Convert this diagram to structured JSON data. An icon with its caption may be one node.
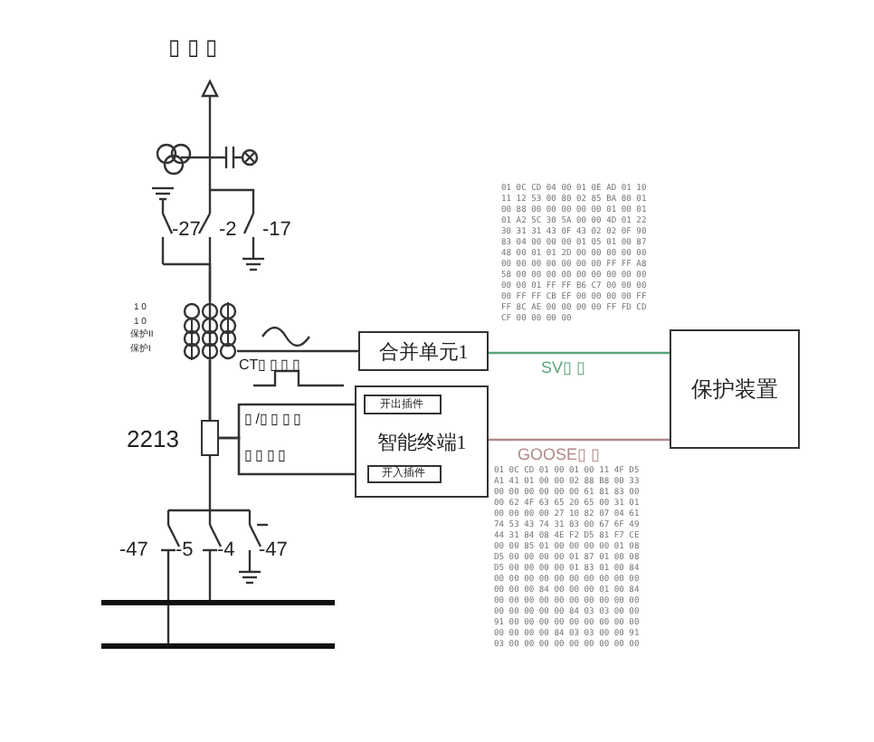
{
  "diagram": {
    "nodes": [
      {
        "text": [
          "合并单元1"
        ]
      },
      {
        "text": [
          "智能终端1"
        ]
      },
      {
        "text": [
          "开出插件"
        ],
        "in": 1
      },
      {
        "text": [
          "开入插件"
        ],
        "in": 1
      },
      {
        "text": [
          "保护装置"
        ]
      },
      {
        "text": [],
        "shape": "box",
        "beside": [
          "2213"
        ]
      },
      {
        "text": [],
        "shape": "picture"
      }
    ],
    "edges": [
      {
        "from": 6,
        "to": 0,
        "arrow": "none"
      },
      {
        "from": 0,
        "to": 4,
        "arrow": "none",
        "label": "SV▯ ▯",
        "color": "#5aa57a"
      },
      {
        "from": 1,
        "to": 4,
        "arrow": "none",
        "label": "GOOSE▯ ▯",
        "color": "#b08888"
      },
      {
        "from": 2,
        "to": 5,
        "arrow": "none"
      },
      {
        "from": 3,
        "to": 5,
        "arrow": "none"
      },
      {
        "from": 6,
        "to": 5,
        "arrow": "none"
      }
    ],
    "labels": [
      "▯ ▯ ▯",
      "-27",
      "-2",
      "-17",
      "1 0",
      "1 0",
      "保护II",
      "保护I",
      "CT▯ ▯ ▯ ▯",
      "▯ /▯ ▯ ▯ ▯",
      "▯ ▯ ▯ ▯",
      "-47",
      "-5",
      "-4",
      "-47",
      "01 0C CD 04 00 01 0E AD 01 10 11 12 53 00 80 02 85 BA 80 01 00 88 00 00 00 00 00 01 00 01 01 A2 5C 30 5A 00 00 4D 01 22 30 31 31 43 0F 43 02 02 0F 90 83 04 00 00 00 01 05 01 00 87 48 00 01 01 2D 00 00 00 00 00 00 00 00 00 00 00 00 FF FF A8 58 00 00 00 00 00 00 00 00 00 00 00 01 FF FF B6 C7 00 00 00 00 FF FF CB EF 00 00 00 00 FF FF 8C AE 00 00 00 00 FF FD CD CF 00 00 00 00",
      "01 0C CD 01 00 01 00 11 4F D5 A1 41 01 00 00 02 88 B8 00 33 00 00 00 00 00 00 61 81 83 00 00 62 4F 63 65 20 65 00 31 01 00 00 00 00 27 10 82 07 04 61 74 53 43 74 31 83 00 67 6F 49 44 31 84 08 4E F2 D5 81 F7 CE 00 00 85 01 00 00 00 00 01 08 D5 00 00 00 00 01 87 01 00 08 D5 00 00 00 00 01 83 01 00 84 00 00 00 00 00 00 00 00 00 00 00 00 00 84 00 00 00 01 00 84 00 00 00 00 00 00 00 00 00 00 00 00 00 00 00 84 03 03 00 00 91 00 00 00 00 00 00 00 00 00 00 00 00 00 84 03 03 00 00 91 03 00 00 00 00 00 00 00 00 00"
    ]
  }
}
